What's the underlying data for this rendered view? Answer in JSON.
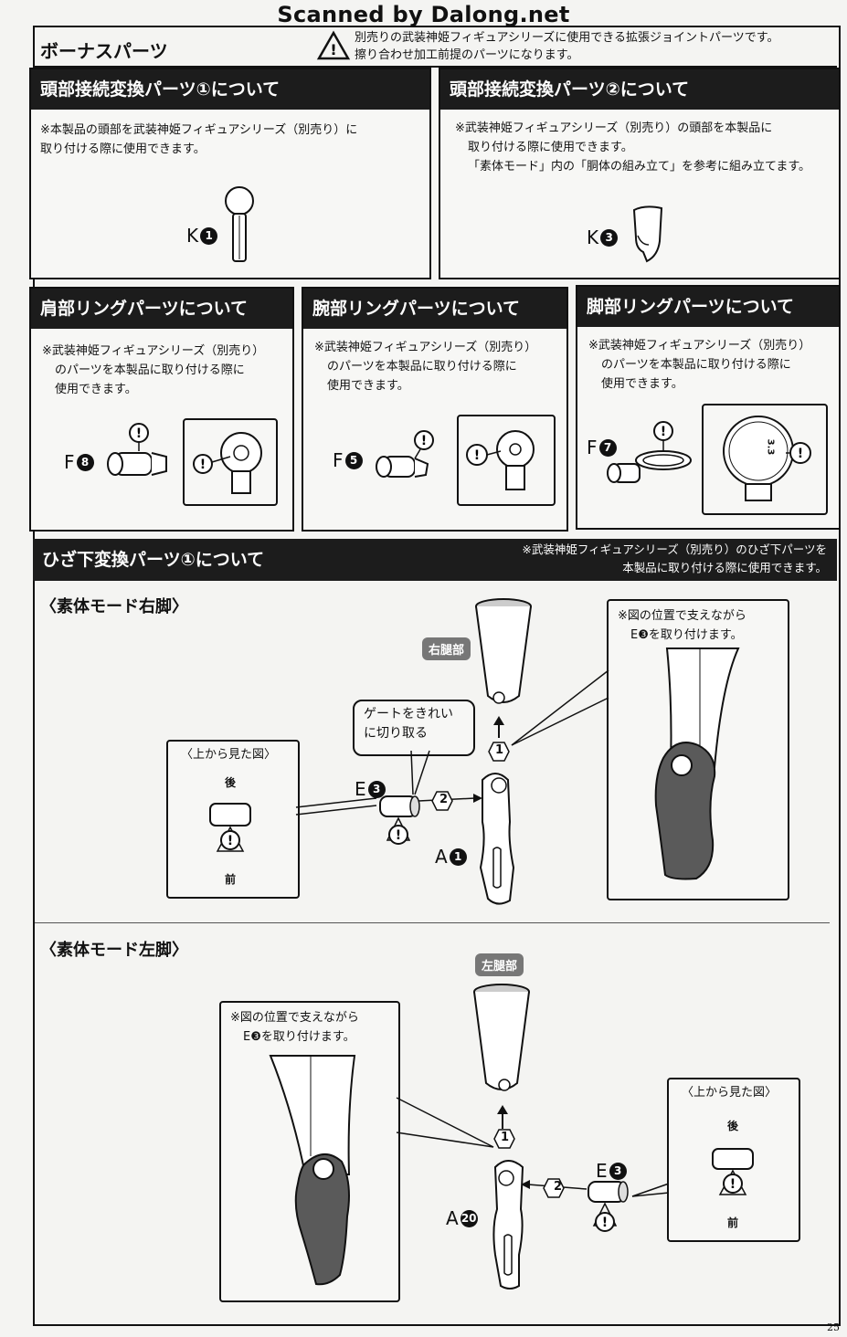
{
  "watermark": "Scanned by Dalong.net",
  "bonus": {
    "title": "ボーナスパーツ",
    "note_line1": "別売りの武装神姫フィギュアシリーズに使用できる拡張ジョイントパーツです。",
    "note_line2": "擦り合わせ加工前提のパーツになります。"
  },
  "head1": {
    "title": "頭部接続変換パーツ①について",
    "note_line1": "※本製品の頭部を武装神姫フィギュアシリーズ（別売り）に",
    "note_line2": "取り付ける際に使用できます。",
    "part_letter": "K",
    "part_num": "1"
  },
  "head2": {
    "title": "頭部接続変換パーツ②について",
    "note_line1": "※武装神姫フィギュアシリーズ（別売り）の頭部を本製品に",
    "note_line2": "取り付ける際に使用できます。",
    "note_line3": "「素体モード」内の「胴体の組み立て」を参考に組み立てます。",
    "part_letter": "K",
    "part_num": "3"
  },
  "shoulder": {
    "title": "肩部リングパーツについて",
    "note_line1": "※武装神姫フィギュアシリーズ（別売り）",
    "note_line2": "のパーツを本製品に取り付ける際に",
    "note_line3": "使用できます。",
    "part_letter": "F",
    "part_num": "8"
  },
  "arm": {
    "title": "腕部リングパーツについて",
    "note_line1": "※武装神姫フィギュアシリーズ（別売り）",
    "note_line2": "のパーツを本製品に取り付ける際に",
    "note_line3": "使用できます。",
    "part_letter": "F",
    "part_num": "5"
  },
  "leg": {
    "title": "脚部リングパーツについて",
    "note_line1": "※武装神姫フィギュアシリーズ（別売り）",
    "note_line2": "のパーツを本製品に取り付ける際に",
    "note_line3": "使用できます。",
    "part_letter": "F",
    "part_num": "7",
    "dim": "3.3"
  },
  "knee": {
    "title": "ひざ下変換パーツ①について",
    "note_line1": "※武装神姫フィギュアシリーズ（別売り）のひざ下パーツを",
    "note_line2": "本製品に取り付ける際に使用できます。",
    "right": {
      "heading": "〈素体モード右脚〉",
      "thigh_tag": "右腿部",
      "gate_line1": "ゲートをきれい",
      "gate_line2": "に切り取る",
      "topview_title": "〈上から見た図〉",
      "back": "後",
      "front": "前",
      "support_line1": "※図の位置で支えながら",
      "support_line2": "E❸を取り付けます。",
      "part_e_letter": "E",
      "part_e_num": "3",
      "part_a_letter": "A",
      "part_a_num": "1",
      "step1": "1",
      "step2": "2"
    },
    "left": {
      "heading": "〈素体モード左脚〉",
      "thigh_tag": "左腿部",
      "topview_title": "〈上から見た図〉",
      "back": "後",
      "front": "前",
      "support_line1": "※図の位置で支えながら",
      "support_line2": "E❸を取り付けます。",
      "part_e_letter": "E",
      "part_e_num": "3",
      "part_a_letter": "A",
      "part_a_num": "20",
      "step1": "1",
      "step2": "2"
    }
  },
  "page_number": "25"
}
